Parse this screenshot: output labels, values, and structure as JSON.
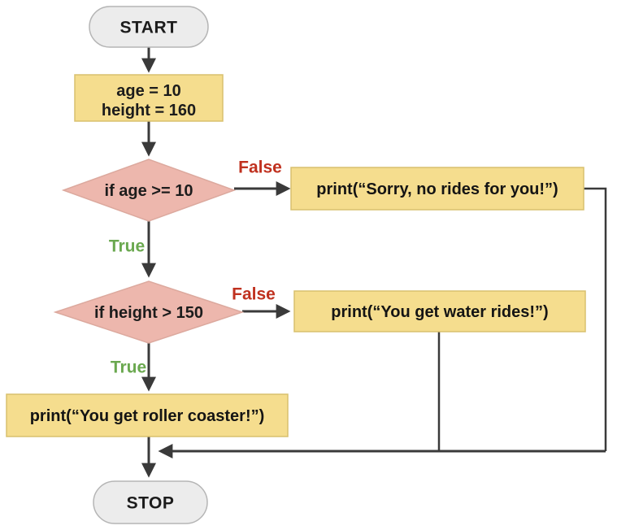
{
  "diagram": {
    "type": "flowchart",
    "colors": {
      "process_fill": "#f5dd8e",
      "process_border": "#d8c06e",
      "decision_fill": "#edb7ad",
      "decision_border": "#dca99e",
      "terminal_fill": "#ececec",
      "terminal_border": "#b5b5b5",
      "arrow": "#3a3a3a",
      "false_label_color": "#c0311f",
      "true_label_color": "#6aa84f"
    },
    "nodes": {
      "start": {
        "type": "terminal",
        "label": "START"
      },
      "init": {
        "type": "process",
        "lines": [
          "age = 10",
          "height = 160"
        ]
      },
      "decision_age": {
        "type": "decision",
        "label": "if age >= 10"
      },
      "no_rides": {
        "type": "process",
        "label": "print(“Sorry, no rides for you!”)"
      },
      "decision_height": {
        "type": "decision",
        "label": "if height > 150"
      },
      "water_rides": {
        "type": "process",
        "label": "print(“You get water rides!”)"
      },
      "roller_coaster": {
        "type": "process",
        "label": "print(“You get roller coaster!”)"
      },
      "stop": {
        "type": "terminal",
        "label": "STOP"
      }
    },
    "edge_labels": {
      "age_false": "False",
      "age_true": "True",
      "height_false": "False",
      "height_true": "True"
    }
  }
}
